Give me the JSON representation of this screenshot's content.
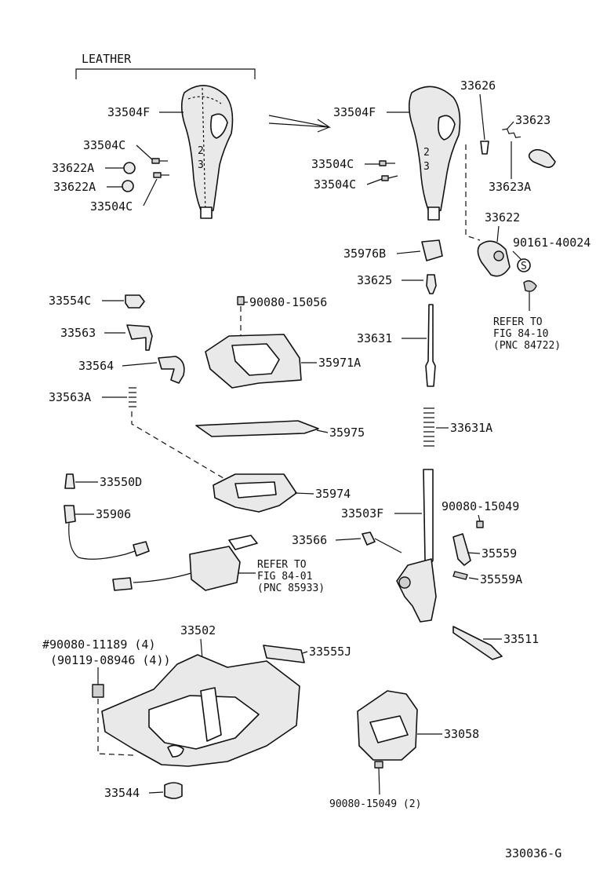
{
  "section_label": "LEATHER",
  "figure_id": "330036-G",
  "callouts": {
    "knob_leather": "33504F",
    "screw_leather_a": "33504C",
    "screw_leather_b": "33504C",
    "cap_a": "33622A",
    "cap_b": "33622A",
    "knob": "33504F",
    "screw_a": "33504C",
    "screw_b": "33504C",
    "clip_33626": "33626",
    "spring_33623": "33623",
    "button_33623a": "33623A",
    "button_33622": "33622",
    "ref_90161": "90161-40024",
    "ref_fig_84_10": [
      "REFER TO",
      "FIG 84-10",
      "(PNC 84722)"
    ],
    "sleeve_35976b": "35976B",
    "pin_33625": "33625",
    "rod_33631": "33631",
    "spring_33631a": "33631A",
    "bracket_33554c": "33554C",
    "lever_33563": "33563",
    "lever_33564": "33564",
    "spring_33563a": "33563A",
    "screw_90080_15056": "90080-15056",
    "indicator_35971a": "35971A",
    "plate_35975": "35975",
    "plate_35974": "35974",
    "bulb_33550d": "33550D",
    "socket_35906": "35906",
    "ref_fig_84_01": [
      "REFER TO",
      "FIG 84-01",
      "(PNC 85933)"
    ],
    "lever_33503f": "33503F",
    "screw_90080_15049": "90080-15049",
    "cable_33566": "33566",
    "lever_35559": "35559",
    "pin_35559a": "35559A",
    "bolt_90080_11189": "#90080-11189 (4)",
    "bolt_90119_08946": "(90119-08946 (4))",
    "housing_33502": "33502",
    "pad_33555j": "33555J",
    "pin_33511": "33511",
    "unit_33058": "33058",
    "bushing_33544": "33544",
    "screw_90080_15049_2": "90080-15049 (2)"
  },
  "circle_symbol": "S",
  "knob_marks": [
    "2",
    "3"
  ]
}
